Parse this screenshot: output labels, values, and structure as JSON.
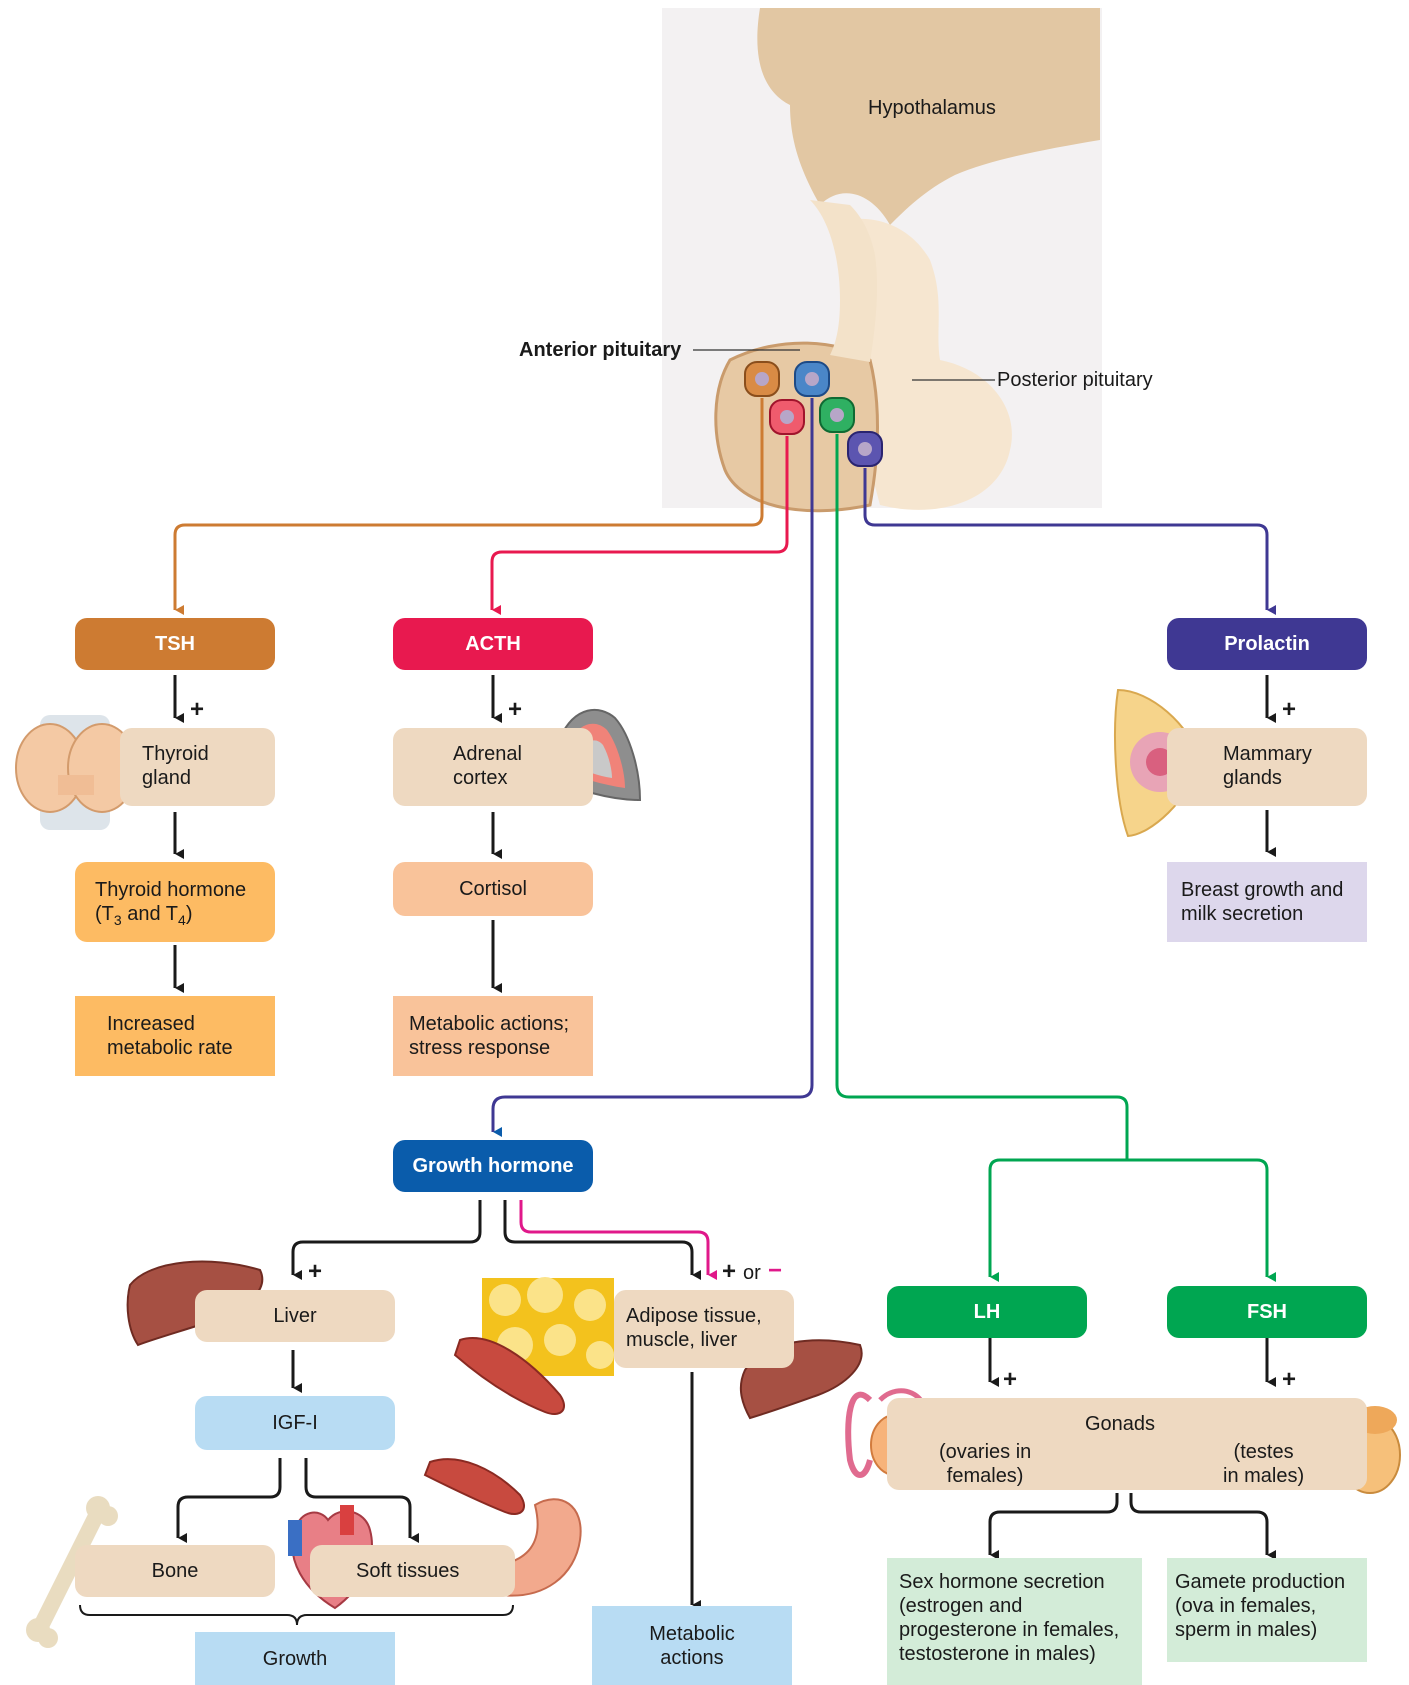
{
  "colors": {
    "tsh": "#cd7b32",
    "acth": "#e8194f",
    "prolactin": "#3f3893",
    "growth_hormone": "#0a5cab",
    "gonadotropin": "#00a651",
    "tan_box": "#eed9c1",
    "orange_box": "#fdbb63",
    "salmon_box": "#f9c39a",
    "blue_box": "#b8dcf3",
    "lavender_box": "#ddd7ec",
    "green_box": "#d3ecd8"
  },
  "labels": {
    "hypothalamus": "Hypothalamus",
    "anterior_pituitary": "Anterior pituitary",
    "posterior_pituitary": "Posterior pituitary"
  },
  "hormones": {
    "tsh": "TSH",
    "acth": "ACTH",
    "prolactin": "Prolactin",
    "growth_hormone": "Growth hormone",
    "lh": "LH",
    "fsh": "FSH"
  },
  "targets": {
    "thyroid": "Thyroid\ngland",
    "adrenal": "Adrenal\ncortex",
    "mammary": "Mammary\nglands",
    "liver": "Liver",
    "adipose": "Adipose tissue,\nmuscle, liver",
    "gonads": "Gonads",
    "gonads_female": "(ovaries in\nfemales)",
    "gonads_male": "(testes\nin males)"
  },
  "products": {
    "thyroid_hormone_prefix": "Thyroid hormone",
    "thyroid_hormone_open": "(T",
    "t3_sub": "3",
    "thyroid_hormone_and": " and T",
    "t4_sub": "4",
    "thyroid_hormone_close": ")",
    "cortisol": "Cortisol",
    "igf": "IGF-I",
    "bone": "Bone",
    "soft_tissues": "Soft tissues"
  },
  "effects": {
    "metabolic_rate": "Increased\nmetabolic rate",
    "stress": "Metabolic actions;\nstress response",
    "breast": "Breast growth and\nmilk secretion",
    "growth": "Growth",
    "metabolic_actions": "Metabolic\nactions",
    "sex_hormone": "Sex hormone secretion\n(estrogen and\nprogesterone in females,\ntestosterone in males)",
    "gamete": "Gamete production\n(ova in females,\nsperm in males)"
  },
  "signs": {
    "plus": "+",
    "minus": "−",
    "or": "or"
  },
  "icons": [
    "thyroid-gland-icon",
    "adrenal-gland-icon",
    "breast-icon",
    "liver-icon",
    "adipose-tissue-icon",
    "muscle-icon",
    "bone-icon",
    "heart-icon",
    "stomach-icon",
    "ovary-icon",
    "testis-icon"
  ]
}
